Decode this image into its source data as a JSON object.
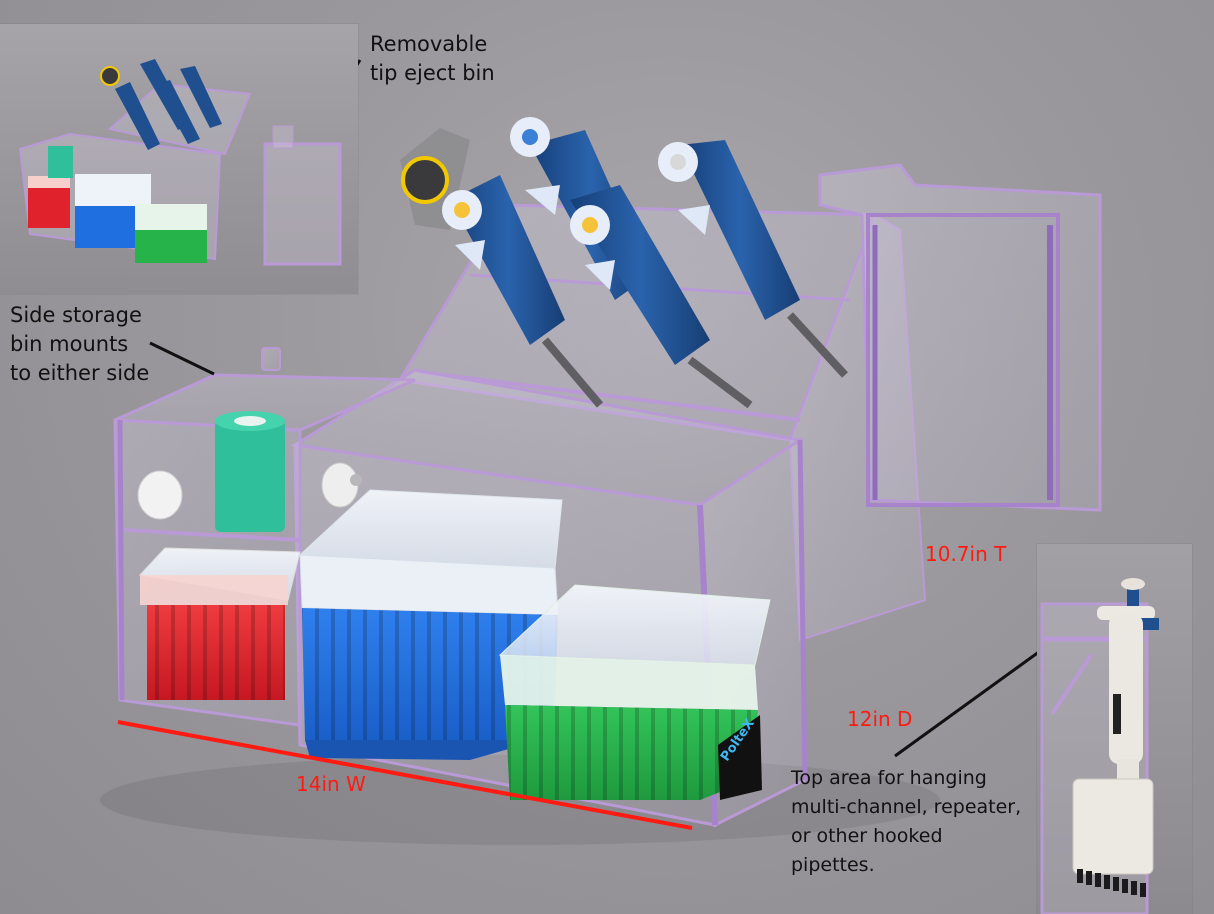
{
  "image": {
    "subject": "Clear acrylic pipette and tip-box workstation",
    "brand_label": "PolteX",
    "colors": {
      "background": "#9c9a9e",
      "acrylic_edge": "#b99ad6",
      "pipette_blue": "#1f4f8f",
      "tipbox_red": "#e0222c",
      "tipbox_blue": "#1f6fe0",
      "tipbox_green": "#25b34a",
      "dimension_red": "#ff1a12",
      "callout_text": "#111111",
      "wrap_teal": "#2fbf9a"
    }
  },
  "callouts": {
    "tip_eject_bin": "Removable\ntip eject bin",
    "side_storage": "Side storage\nbin mounts\nto either side",
    "top_area": "Top area for hanging\nmulti-channel, repeater,\nor other hooked\npipettes."
  },
  "dimensions": {
    "width": "14in W",
    "depth": "12in D",
    "height": "10.7in T"
  },
  "insets": {
    "top_left": {
      "description": "Workstation with tip eject bin removed"
    },
    "bottom_right": {
      "description": "Multi-channel pipette hanging on top rail"
    }
  }
}
